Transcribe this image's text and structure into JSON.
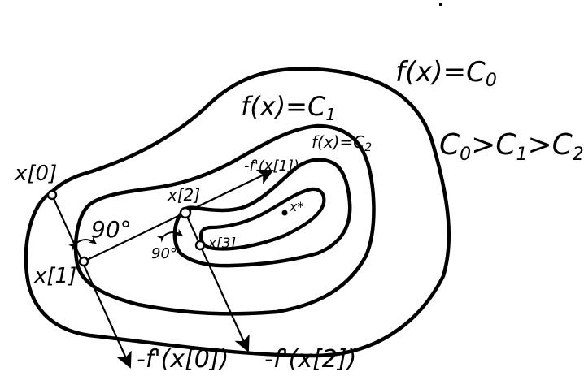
{
  "contours": {
    "c0": "f(x)=C",
    "c0_sub": "0",
    "c1": "f(x)=C",
    "c1_sub": "1",
    "c2": "f(x)=C",
    "c2_sub": "2"
  },
  "inequality": {
    "a": "C",
    "a_sub": "0",
    "gt1": ">C",
    "b_sub": "1",
    "gt2": ">C",
    "c_sub": "2"
  },
  "points": {
    "x0": "x[0]",
    "x1": "x[1]",
    "x2": "x[2]",
    "x3": "x[3]",
    "xstar": "x*"
  },
  "angles": {
    "large": "90°",
    "small": "90°"
  },
  "gradients": {
    "g0": "-f'(x[0])",
    "g1": "-f'(x[1])",
    "g2": "-f'(x[2])"
  }
}
